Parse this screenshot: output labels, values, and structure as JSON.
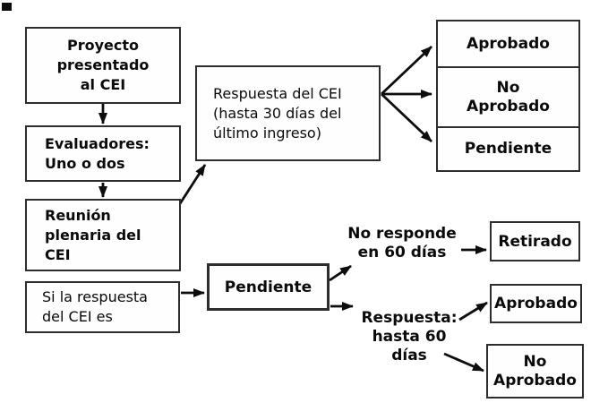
{
  "colors": {
    "background": "#ffffff",
    "box_fill": "#fefefe",
    "border": "#2d2d2d",
    "text": "#0a0a0a",
    "arrow": "#0d0d0d"
  },
  "boxes": {
    "proyecto": "Proyecto\npresentado\nal CEI",
    "evaluadores": "Evaluadores:\nUno o dos",
    "reunion": "Reunión\nplenaria del\nCEI",
    "si_respuesta": "Si la respuesta\ndel CEI es",
    "respuesta_cei": "Respuesta del CEI\n(hasta 30 días del\núltimo ingreso)",
    "aprobado_top": "Aprobado",
    "no_aprobado_top": "No\nAprobado",
    "pendiente_top": "Pendiente",
    "pendiente_mid": "Pendiente",
    "retirado": "Retirado",
    "aprobado_bottom": "Aprobado",
    "no_aprobado_bottom": "No\nAprobado"
  },
  "labels": {
    "no_responde": "No responde\nen 60 días",
    "respuesta_hasta": "Respuesta:\nhasta 60\ndías"
  }
}
